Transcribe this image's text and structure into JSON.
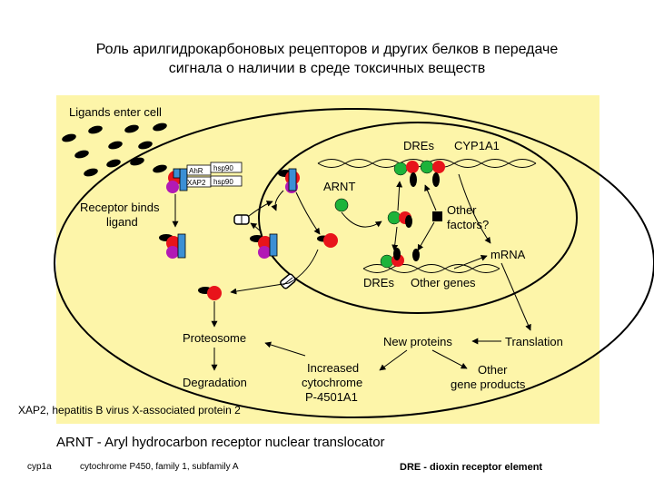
{
  "title": {
    "line1": "Роль арилгидрокарбоновых рецепторов и других белков в передаче",
    "line2": "сигнала о наличии в среде токсичных веществ"
  },
  "diagram": {
    "ligands_enter_cell": "Ligands enter cell",
    "receptor_binds_1": "Receptor binds",
    "receptor_binds_2": "ligand",
    "ahr": "AhR",
    "hsp90_a": "hsp90",
    "xap2": "XAP2",
    "hsp90_b": "hsp90",
    "dres_top": "DREs",
    "cyp1a1": "CYP1A1",
    "arnt": "ARNT",
    "other_factors_1": "Other",
    "other_factors_2": "factors?",
    "mrna": "mRNA",
    "dres_bottom": "DREs",
    "other_genes": "Other genes",
    "proteosome": "Proteosome",
    "degradation": "Degradation",
    "new_proteins": "New proteins",
    "translation": "Translation",
    "increased_1": "Increased",
    "increased_2": "cytochrome",
    "increased_3": "P-4501A1",
    "other_gene_1": "Other",
    "other_gene_2": "gene products"
  },
  "notes": {
    "xap2": "XAP2, hepatitis B virus X-associated protein 2",
    "arnt": "ARNT - Aryl hydrocarbon receptor nuclear translocator",
    "cyp_abbr": "cyp1a",
    "cyp_def": "cytochrome P450, family 1, subfamily A",
    "dre": "DRE - dioxin receptor element"
  },
  "colors": {
    "panel_bg": "#fdf5a9",
    "ligand": "#000000",
    "ahr_red": "#e8141b",
    "arnt_green": "#1db33a",
    "xap2_purple": "#b219b5",
    "hsp90_blue": "#3b8fd4"
  }
}
